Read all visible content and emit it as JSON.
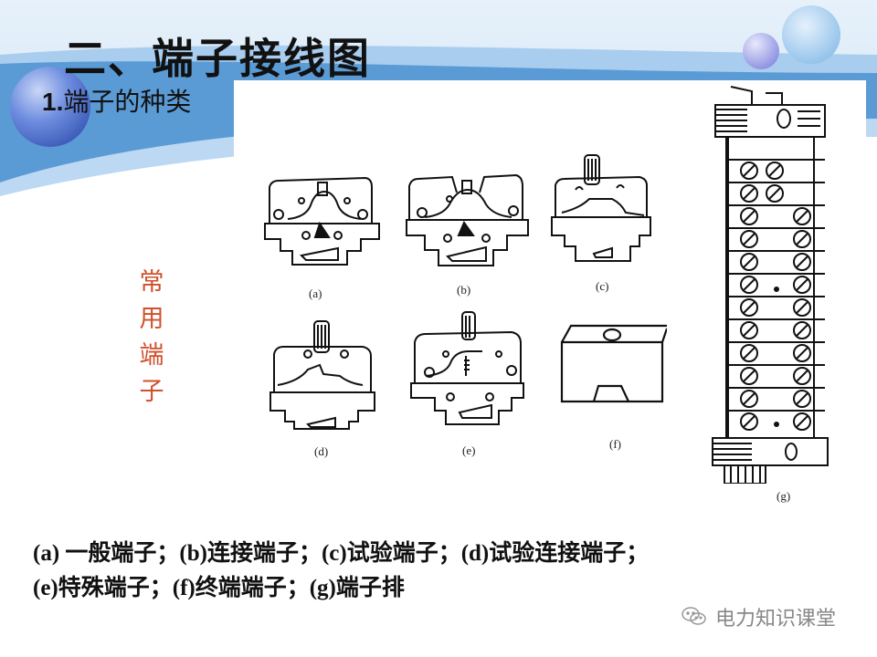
{
  "slide": {
    "title": "二、端子接线图",
    "section": {
      "number": "1.",
      "label": "端子的种类"
    },
    "side_note": [
      "常",
      "用",
      "端",
      "子"
    ],
    "side_note_color": "#d0502c",
    "figures": [
      {
        "id": "a",
        "label": "(a)"
      },
      {
        "id": "b",
        "label": "(b)"
      },
      {
        "id": "c",
        "label": "(c)"
      },
      {
        "id": "d",
        "label": "(d)"
      },
      {
        "id": "e",
        "label": "(e)"
      },
      {
        "id": "f",
        "label": "(f)"
      },
      {
        "id": "g",
        "label": "(g)"
      }
    ],
    "caption": {
      "line1": "(a) 一般端子；(b)连接端子；(c)试验端子；(d)试验连接端子；",
      "line2": "(e)特殊端子；(f)终端端子；(g)端子排"
    },
    "watermark": {
      "icon": "wechat-icon",
      "text": "电力知识课堂"
    },
    "colors": {
      "banner_blue": "#5b9bd5",
      "banner_light": "#bcd8f2",
      "sphere_dark": "#4a6fc4",
      "accent_red": "#d0502c"
    }
  }
}
